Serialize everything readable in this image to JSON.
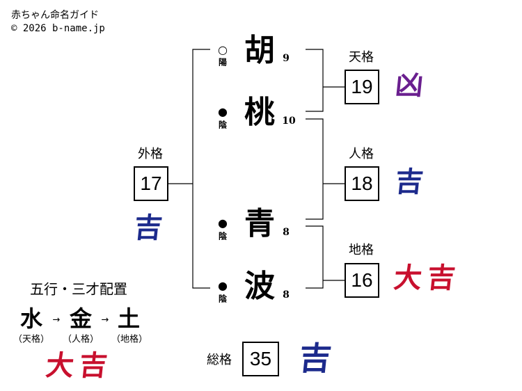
{
  "header": {
    "title": "赤ちゃん命名ガイド",
    "copyright": "© 2026 b-name.jp"
  },
  "name_chars": [
    {
      "char": "胡",
      "strokes": "9",
      "yinyang_mark": "○",
      "yinyang": "陽"
    },
    {
      "char": "桃",
      "strokes": "10",
      "yinyang_mark": "●",
      "yinyang": "陰"
    },
    {
      "char": "青",
      "strokes": "8",
      "yinyang_mark": "●",
      "yinyang": "陰"
    },
    {
      "char": "波",
      "strokes": "8",
      "yinyang_mark": "●",
      "yinyang": "陰"
    }
  ],
  "kaku": {
    "tenkaku": {
      "label": "天格",
      "value": "19",
      "fortune": "凶",
      "color": "#6a1f8f"
    },
    "jinkaku": {
      "label": "人格",
      "value": "18",
      "fortune": "吉",
      "color": "#1c2a8c"
    },
    "chikaku": {
      "label": "地格",
      "value": "16",
      "fortune": "大吉",
      "color": "#c8102e"
    },
    "gaikaku": {
      "label": "外格",
      "value": "17",
      "fortune": "吉",
      "color": "#1c2a8c"
    },
    "soukaku": {
      "label": "総格",
      "value": "35",
      "fortune": "吉",
      "color": "#1c2a8c"
    }
  },
  "gogyo": {
    "title": "五行・三才配置",
    "elements": [
      {
        "el": "水",
        "sub": "（天格）"
      },
      {
        "el": "金",
        "sub": "（人格）"
      },
      {
        "el": "土",
        "sub": "（地格）"
      }
    ],
    "arrow": "→",
    "fortune": "大吉",
    "color": "#c8102e"
  }
}
